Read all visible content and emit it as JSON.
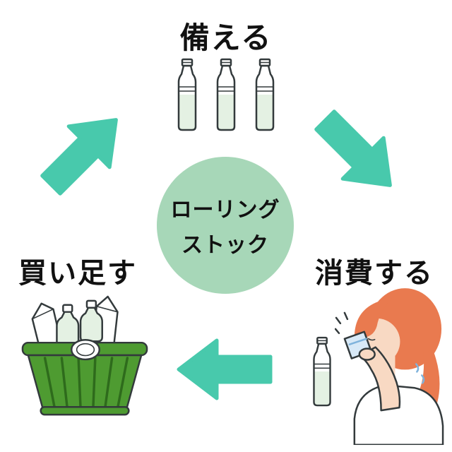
{
  "diagram": {
    "center": {
      "line1": "ローリング",
      "line2": "ストック"
    },
    "steps": {
      "prepare": {
        "label": "備える",
        "icon": "water-bottles-icon"
      },
      "consume": {
        "label": "消費する",
        "icon": "person-drinking-icon"
      },
      "buy": {
        "label": "買い足す",
        "icon": "shopping-basket-icon"
      }
    },
    "colors": {
      "text": "#111111",
      "arrow": "#48C9AC",
      "circle": "#A7D7B8",
      "outline": "#333A3C",
      "water": "#E4F1E3",
      "basket": "#4E9B31",
      "basket-dark": "#2E6B1C",
      "hair": "#E97A4F",
      "skin": "#F8D9C3",
      "cup": "#D8E9F7",
      "cup-line": "#7FB3DC"
    }
  }
}
